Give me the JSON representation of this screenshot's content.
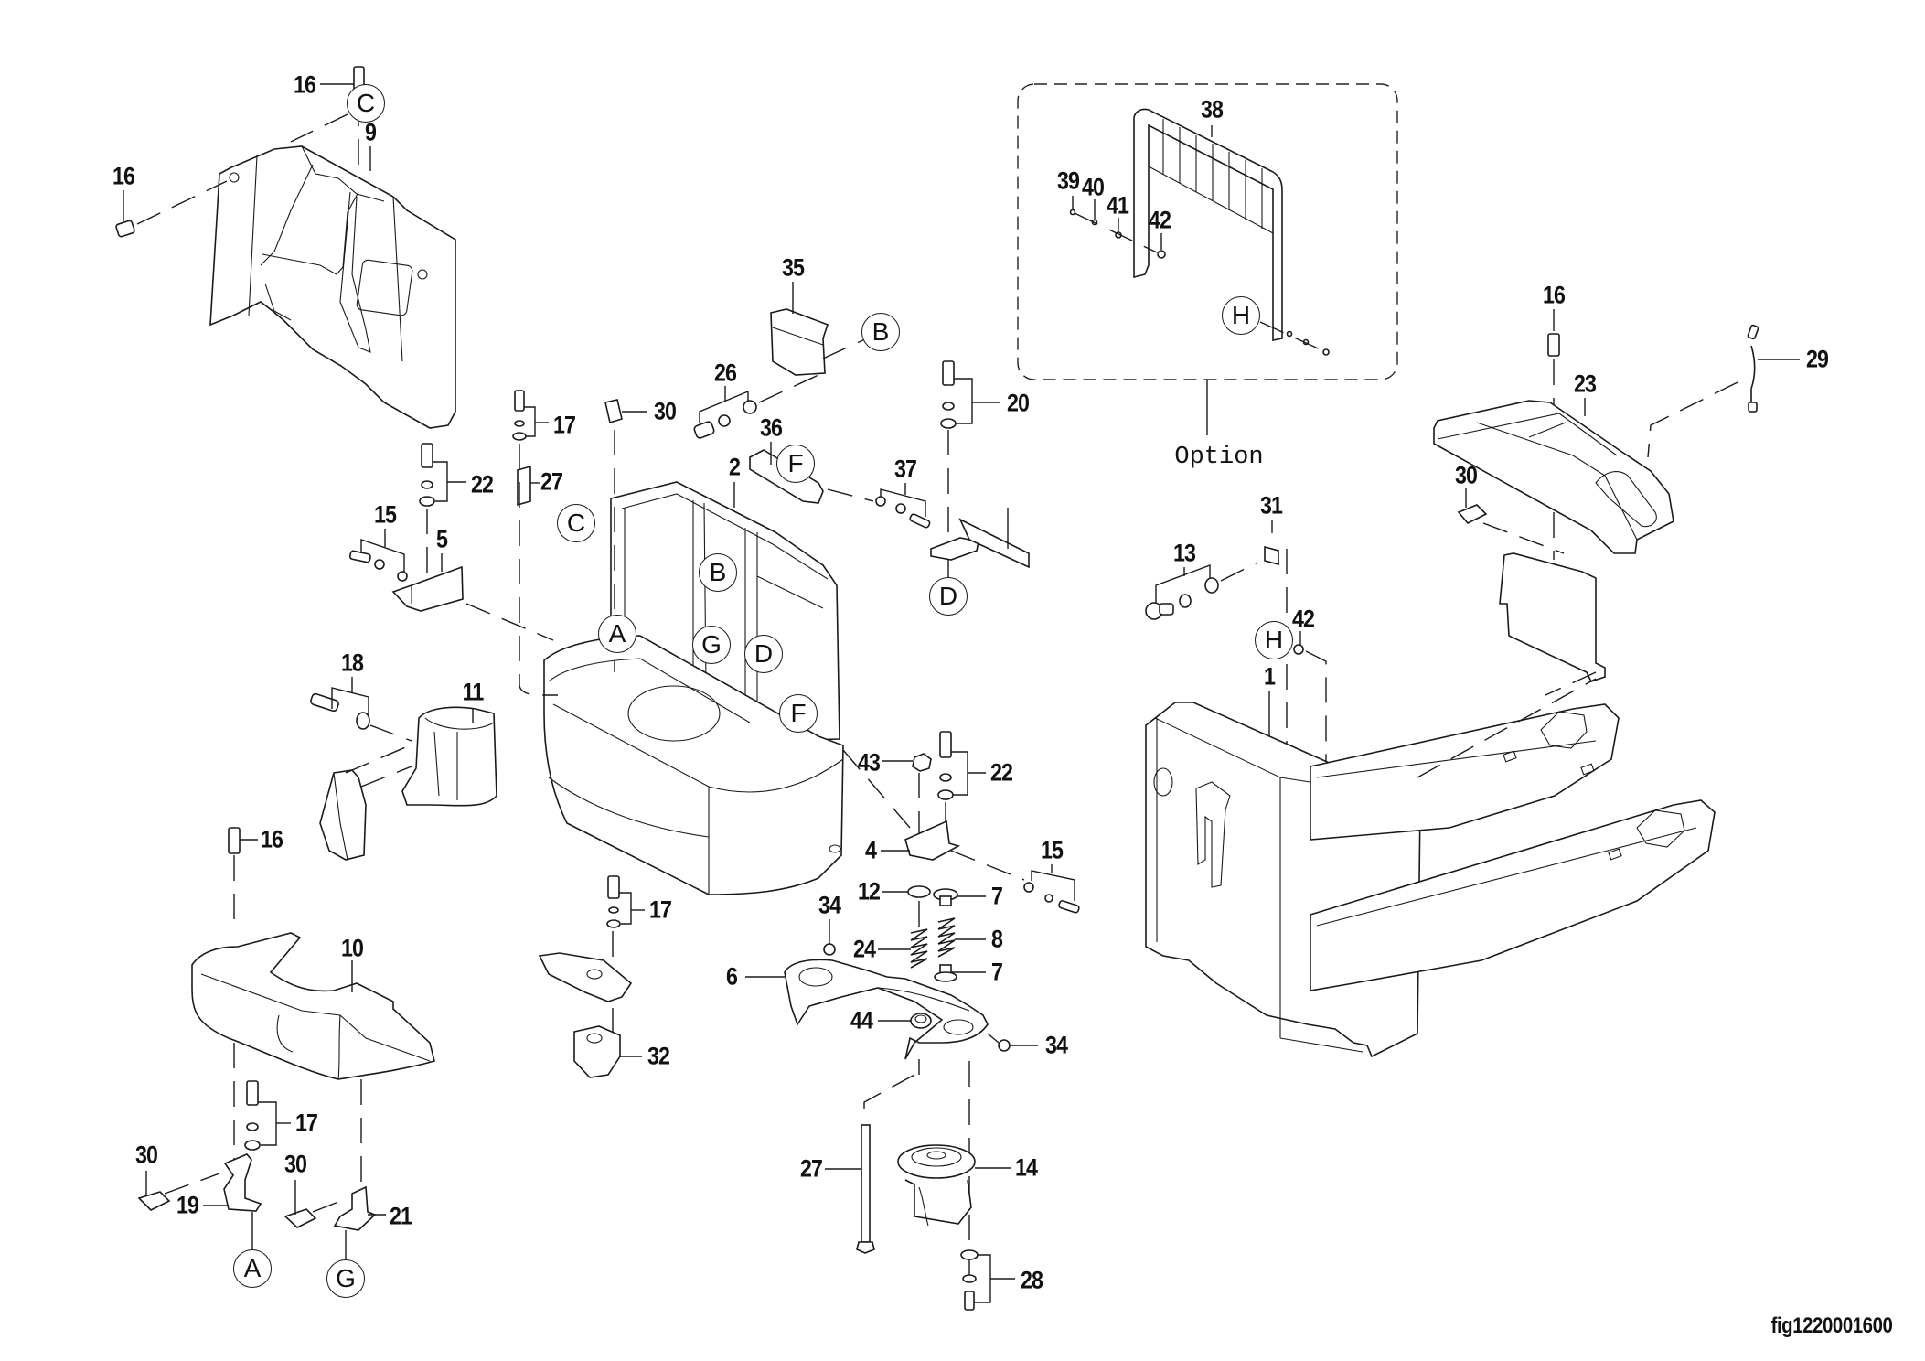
{
  "figure_id": "fig1220001600",
  "option_box_label": "Option",
  "callouts": [
    {
      "id": "c-16-top",
      "text": "16"
    },
    {
      "id": "c-9",
      "text": "9"
    },
    {
      "id": "c-16-left",
      "text": "16"
    },
    {
      "id": "c-35",
      "text": "35"
    },
    {
      "id": "c-26",
      "text": "26"
    },
    {
      "id": "c-30-top",
      "text": "30"
    },
    {
      "id": "c-17-top",
      "text": "17"
    },
    {
      "id": "c-20",
      "text": "20"
    },
    {
      "id": "c-36",
      "text": "36"
    },
    {
      "id": "c-37",
      "text": "37"
    },
    {
      "id": "c-2",
      "text": "2"
    },
    {
      "id": "c-22-left",
      "text": "22"
    },
    {
      "id": "c-27-top",
      "text": "27"
    },
    {
      "id": "c-15-left",
      "text": "15"
    },
    {
      "id": "c-5",
      "text": "5"
    },
    {
      "id": "c-18",
      "text": "18"
    },
    {
      "id": "c-11",
      "text": "11"
    },
    {
      "id": "c-16-mid",
      "text": "16"
    },
    {
      "id": "c-43",
      "text": "43"
    },
    {
      "id": "c-22-right",
      "text": "22"
    },
    {
      "id": "c-4",
      "text": "4"
    },
    {
      "id": "c-15-right",
      "text": "15"
    },
    {
      "id": "c-12",
      "text": "12"
    },
    {
      "id": "c-7-top",
      "text": "7"
    },
    {
      "id": "c-34-left",
      "text": "34"
    },
    {
      "id": "c-24",
      "text": "24"
    },
    {
      "id": "c-8",
      "text": "8"
    },
    {
      "id": "c-6",
      "text": "6"
    },
    {
      "id": "c-7-bottom",
      "text": "7"
    },
    {
      "id": "c-44",
      "text": "44"
    },
    {
      "id": "c-34-right",
      "text": "34"
    },
    {
      "id": "c-17-mid",
      "text": "17"
    },
    {
      "id": "c-32",
      "text": "32"
    },
    {
      "id": "c-10",
      "text": "10"
    },
    {
      "id": "c-17-bottom",
      "text": "17"
    },
    {
      "id": "c-30-bl",
      "text": "30"
    },
    {
      "id": "c-19",
      "text": "19"
    },
    {
      "id": "c-30-bm",
      "text": "30"
    },
    {
      "id": "c-21",
      "text": "21"
    },
    {
      "id": "c-27-bottom",
      "text": "27"
    },
    {
      "id": "c-14",
      "text": "14"
    },
    {
      "id": "c-28",
      "text": "28"
    },
    {
      "id": "c-38",
      "text": "38"
    },
    {
      "id": "c-39",
      "text": "39"
    },
    {
      "id": "c-40",
      "text": "40"
    },
    {
      "id": "c-41",
      "text": "41"
    },
    {
      "id": "c-42-option",
      "text": "42"
    },
    {
      "id": "c-16-right",
      "text": "16"
    },
    {
      "id": "c-23",
      "text": "23"
    },
    {
      "id": "c-29",
      "text": "29"
    },
    {
      "id": "c-30-right",
      "text": "30"
    },
    {
      "id": "c-31",
      "text": "31"
    },
    {
      "id": "c-13",
      "text": "13"
    },
    {
      "id": "c-42-right",
      "text": "42"
    },
    {
      "id": "c-1",
      "text": "1"
    }
  ],
  "references": [
    {
      "id": "r-C-top",
      "letter": "C"
    },
    {
      "id": "r-B-top",
      "letter": "B"
    },
    {
      "id": "r-F-top",
      "letter": "F"
    },
    {
      "id": "r-C-frame",
      "letter": "C"
    },
    {
      "id": "r-B-frame",
      "letter": "B"
    },
    {
      "id": "r-D-bracket",
      "letter": "D"
    },
    {
      "id": "r-A-frame",
      "letter": "A"
    },
    {
      "id": "r-G-frame",
      "letter": "G"
    },
    {
      "id": "r-D-frame",
      "letter": "D"
    },
    {
      "id": "r-F-frame",
      "letter": "F"
    },
    {
      "id": "r-A-bottom",
      "letter": "A"
    },
    {
      "id": "r-G-bottom",
      "letter": "G"
    },
    {
      "id": "r-H-option",
      "letter": "H"
    },
    {
      "id": "r-H-right",
      "letter": "H"
    }
  ]
}
